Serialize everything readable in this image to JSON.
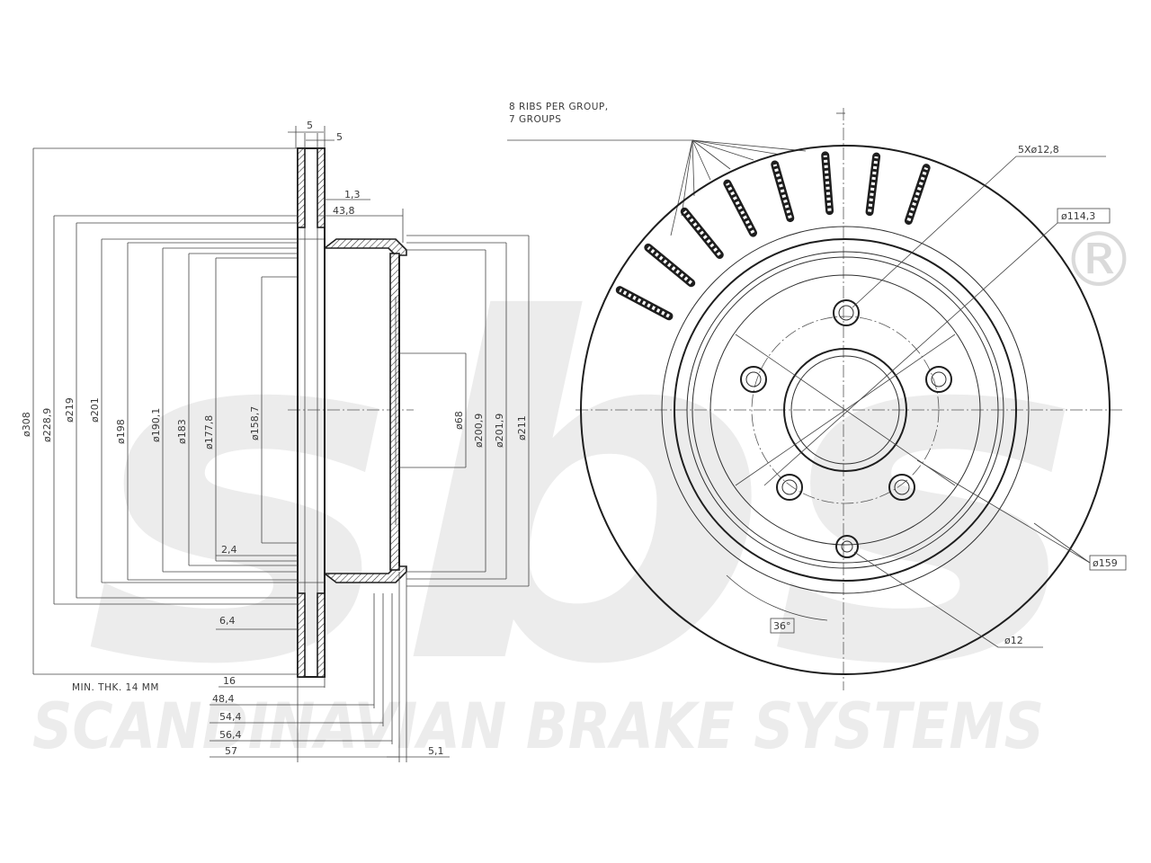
{
  "watermark": {
    "brand": "sbs",
    "registered": "®",
    "tagline": "SCANDINAVIAN BRAKE SYSTEMS"
  },
  "notes": {
    "ribs_line1": "8 RIBS PER GROUP,",
    "ribs_line2": "7 GROUPS",
    "min_thk": "MIN. THK. 14 MM"
  },
  "side_view": {
    "top": {
      "d5a": "5",
      "d5b": "5",
      "d1_3": "1,3",
      "d43_8": "43,8"
    },
    "left_diameters": [
      "ø308",
      "ø228,9",
      "ø219",
      "ø201",
      "ø198",
      "ø190,1",
      "ø183",
      "ø177,8",
      "ø158,7"
    ],
    "right_diameters": [
      "ø68",
      "ø200,9",
      "ø201,9",
      "ø211"
    ],
    "d2_4": "2,4",
    "d6_4": "6,4",
    "bottom_dims": [
      "16",
      "48,4",
      "54,4",
      "56,4",
      "57"
    ],
    "d5_1": "5,1"
  },
  "front_view": {
    "bolt_holes": "5Xø12,8",
    "pcd": "ø114,3",
    "d159": "ø159",
    "d12": "ø12",
    "angle": "36°"
  }
}
